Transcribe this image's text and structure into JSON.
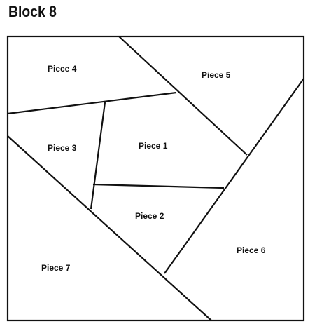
{
  "title": "Block 8",
  "pieces": [
    {
      "key": "piece-4",
      "label": "Piece 4"
    },
    {
      "key": "piece-5",
      "label": "Piece 5"
    },
    {
      "key": "piece-3",
      "label": "Piece 3"
    },
    {
      "key": "piece-1",
      "label": "Piece 1"
    },
    {
      "key": "piece-2",
      "label": "Piece 2"
    },
    {
      "key": "piece-6",
      "label": "Piece 6"
    },
    {
      "key": "piece-7",
      "label": "Piece 7"
    }
  ],
  "colors": {
    "line": "#111111",
    "background": "#ffffff"
  }
}
